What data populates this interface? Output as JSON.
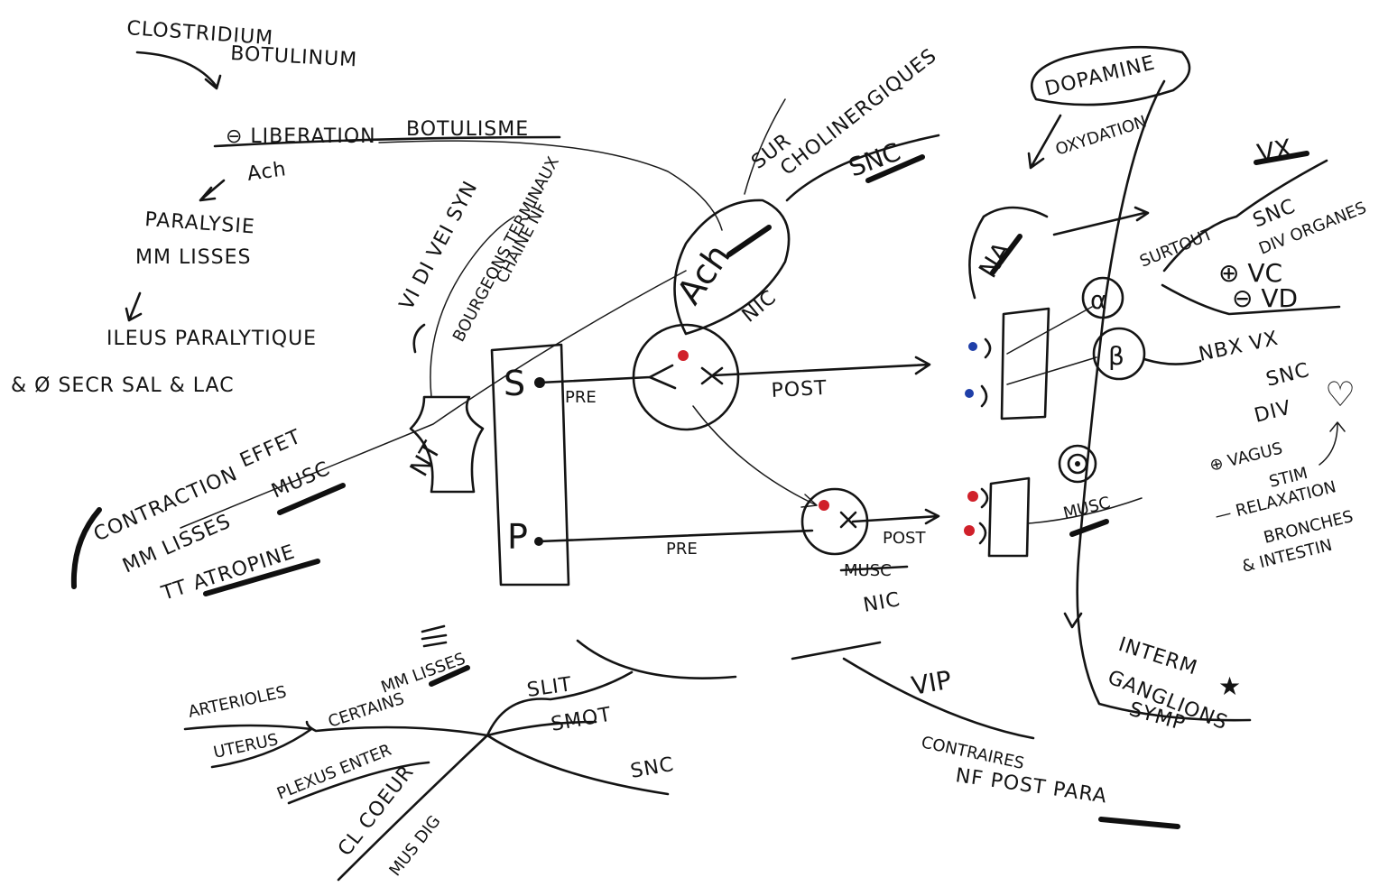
{
  "colors": {
    "ink": "#141414",
    "red_dot": "#d0202a",
    "blue_dot": "#1f3fa8",
    "paper": "#ffffff"
  },
  "top_left": {
    "clostridium_1": "CLOSTRIDIUM",
    "clostridium_2": "BOTULINUM",
    "liberation": "⊖ LIBERATION",
    "botulisme": "BOTULISME",
    "ach": "Ach",
    "paralysie": "PARALYSIE",
    "mm_lisses": "MM LISSES",
    "ileus": "ILEUS PARALYTIQUE",
    "sec": "& Ø SECR SAL & LAC"
  },
  "left_mid": {
    "vdi_vei_syn": "VI DI VEI SYN",
    "bourgeons": "BOURGEONS TERMINAUX",
    "chaine_nf": "CHAINE NF",
    "nt_label": "NT",
    "contraction": "CONTRACTION",
    "effet": "EFFET",
    "musc": "MUSC",
    "mm_lisses": "MM LISSES",
    "tt_atropine": "TT ATROPINE"
  },
  "center": {
    "s_label": "S",
    "p_label": "P",
    "pre_top": "PRE",
    "post_top": "POST",
    "pre_bottom": "PRE",
    "post_bottom": "POST",
    "ach_big": "Ach",
    "nic_top": "NIC",
    "nic_bottom": "NIC",
    "musc_crossed": "MUSC",
    "sur": "SUR",
    "cholinergiques": "CHOLINERGIQUES",
    "snc_top": "SNC"
  },
  "right": {
    "dopamine": "DOPAMINE",
    "oxydation": "OXYDATION",
    "na": "NA",
    "surtout": "SURTOUT",
    "alpha": "α",
    "beta": "β",
    "vx_top": "VX",
    "snc_div": "SNC",
    "div_organes": "DIV ORGANES",
    "plus_vc": "⊕ VC",
    "minus_vd": "⊖ VD",
    "nbx_vx": "NBX VX",
    "snc2": "SNC",
    "div": "DIV",
    "heart": "♡",
    "plus_vagus": "⊕ VAGUS",
    "stim": "STIM",
    "relaxation": "— RELAXATION",
    "bronches": "BRONCHES",
    "intestin": "& INTESTIN",
    "musc_right": "MUSC",
    "interm": "INTERM",
    "star": "★",
    "ganglions": "GANGLIONS",
    "symp": "SYMP"
  },
  "bottom": {
    "arteriolles": "ARTERIOLES",
    "uterus": "UTERUS",
    "certains": "CERTAINS",
    "mm_lisses": "MM LISSES",
    "slit": "SLIT",
    "smot": "SMOT",
    "snc": "SNC",
    "plexus": "PLEXUS ENTER",
    "cl_coeur": "CL COEUR",
    "mus_dig": "MUS DIG",
    "vip": "VIP",
    "contraires": "CONTRAIRES",
    "nf_post_para": "NF POST PARA"
  }
}
